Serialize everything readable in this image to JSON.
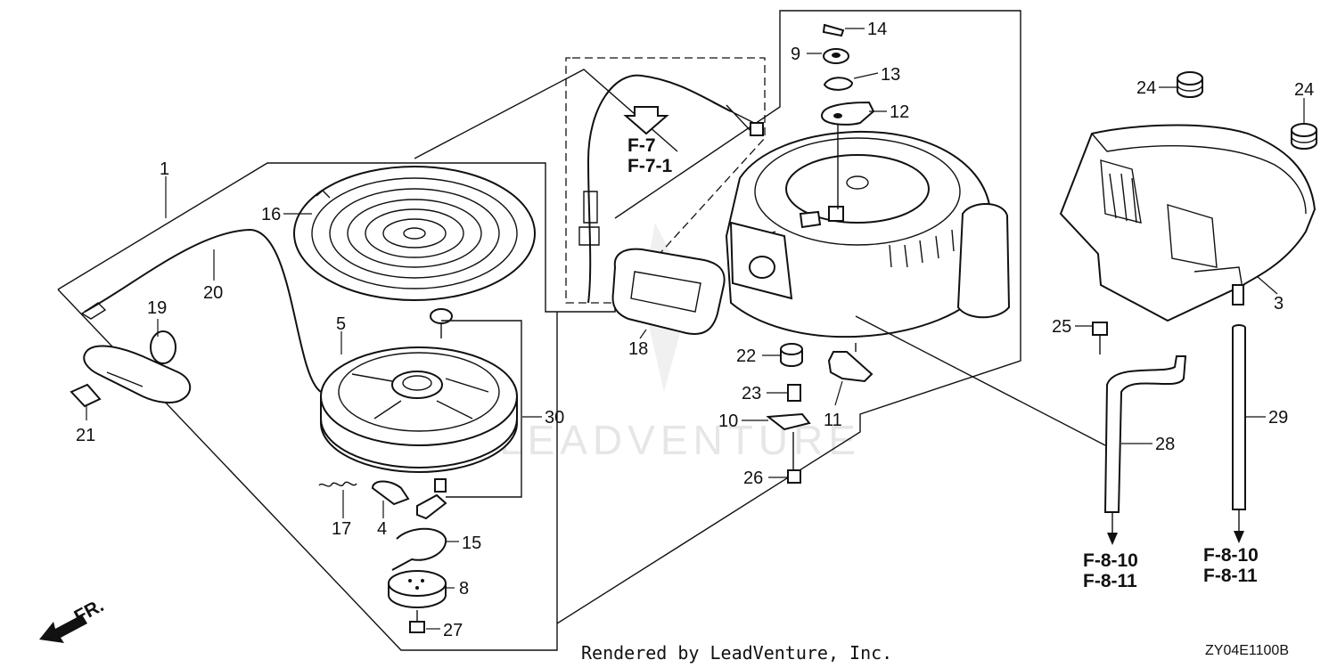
{
  "callouts": [
    {
      "id": "c1",
      "text": "1"
    },
    {
      "id": "c3",
      "text": "3"
    },
    {
      "id": "c4",
      "text": "4"
    },
    {
      "id": "c5",
      "text": "5"
    },
    {
      "id": "c8",
      "text": "8"
    },
    {
      "id": "c9",
      "text": "9"
    },
    {
      "id": "c10",
      "text": "10"
    },
    {
      "id": "c11",
      "text": "11"
    },
    {
      "id": "c12",
      "text": "12"
    },
    {
      "id": "c13",
      "text": "13"
    },
    {
      "id": "c14",
      "text": "14"
    },
    {
      "id": "c15",
      "text": "15"
    },
    {
      "id": "c16",
      "text": "16"
    },
    {
      "id": "c17",
      "text": "17"
    },
    {
      "id": "c18",
      "text": "18"
    },
    {
      "id": "c19",
      "text": "19"
    },
    {
      "id": "c20",
      "text": "20"
    },
    {
      "id": "c21",
      "text": "21"
    },
    {
      "id": "c22",
      "text": "22"
    },
    {
      "id": "c23",
      "text": "23"
    },
    {
      "id": "c24a",
      "text": "24"
    },
    {
      "id": "c24b",
      "text": "24"
    },
    {
      "id": "c25",
      "text": "25"
    },
    {
      "id": "c26",
      "text": "26"
    },
    {
      "id": "c27",
      "text": "27"
    },
    {
      "id": "c28",
      "text": "28"
    },
    {
      "id": "c29",
      "text": "29"
    },
    {
      "id": "c30",
      "text": "30"
    }
  ],
  "references": {
    "f7": "F-7",
    "f7_1": "F-7-1",
    "left_f8_10": "F-8-10",
    "left_f8_11": "F-8-11",
    "right_f8_10": "F-8-10",
    "right_f8_11": "F-8-11"
  },
  "direction_label": "FR.",
  "footer_credit": "Rendered by LeadVenture, Inc.",
  "diagram_code": "ZY04E1100B",
  "watermark": "LEADVENTURE"
}
